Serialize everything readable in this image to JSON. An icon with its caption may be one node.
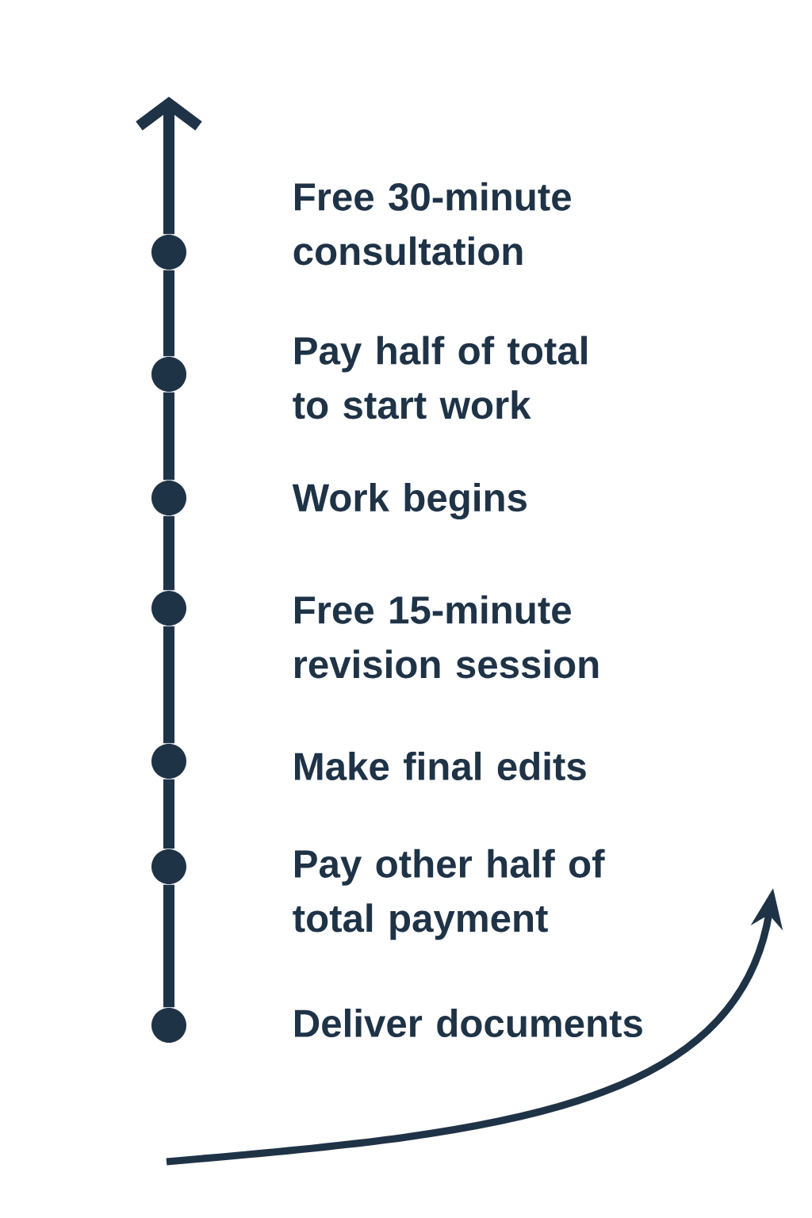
{
  "diagram": {
    "nodes": [
      {
        "text": [],
        "shape": "circle",
        "beside": [
          "Free 30-minute consultation"
        ]
      },
      {
        "text": [],
        "shape": "circle",
        "beside": [
          "Pay half of total to start work"
        ]
      },
      {
        "text": [],
        "shape": "circle",
        "beside": [
          "Work begins"
        ]
      },
      {
        "text": [],
        "shape": "circle",
        "beside": [
          "Free 15-minute revision session"
        ]
      },
      {
        "text": [],
        "shape": "circle",
        "beside": [
          "Make final edits"
        ]
      },
      {
        "text": [],
        "shape": "circle",
        "beside": [
          "Pay other half of total payment"
        ]
      },
      {
        "text": [],
        "shape": "circle",
        "beside": [
          "Deliver documents"
        ]
      }
    ],
    "edges": [
      {
        "from": 0,
        "to": null,
        "arrow": "to"
      },
      {
        "from": 0,
        "to": 1,
        "arrow": "none"
      },
      {
        "from": 1,
        "to": 2,
        "arrow": "none"
      },
      {
        "from": 2,
        "to": 3,
        "arrow": "none"
      },
      {
        "from": 3,
        "to": 4,
        "arrow": "none"
      },
      {
        "from": 4,
        "to": 5,
        "arrow": "none"
      },
      {
        "from": 5,
        "to": 6,
        "arrow": "none"
      }
    ]
  }
}
